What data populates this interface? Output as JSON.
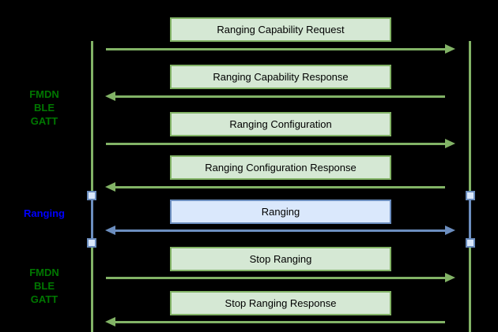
{
  "diagram": {
    "type": "sequence-diagram",
    "background": "#000000"
  },
  "colors": {
    "green_box_fill": "#d5e8d4",
    "green_stroke": "#82b366",
    "blue_box_fill": "#dae8fc",
    "blue_stroke": "#6c8ebf",
    "phase_label_green": "#007700",
    "phase_label_blue": "#0000ff",
    "message_text": "#000000"
  },
  "phases": [
    {
      "name": "fmdn-ble-gatt-top",
      "style": "green",
      "lines": [
        "FMDN",
        "BLE",
        "GATT"
      ]
    },
    {
      "name": "ranging",
      "style": "blue",
      "lines": [
        "Ranging"
      ]
    },
    {
      "name": "fmdn-ble-gatt-bottom",
      "style": "green",
      "lines": [
        "FMDN",
        "BLE",
        "GATT"
      ]
    }
  ],
  "messages": [
    {
      "label": "Ranging Capability Request",
      "direction": "left-to-right",
      "style": "green"
    },
    {
      "label": "Ranging Capability Response",
      "direction": "right-to-left",
      "style": "green"
    },
    {
      "label": "Ranging Configuration",
      "direction": "left-to-right",
      "style": "green"
    },
    {
      "label": "Ranging Configuration Response",
      "direction": "right-to-left",
      "style": "green"
    },
    {
      "label": "Ranging",
      "direction": "bidirectional",
      "style": "blue"
    },
    {
      "label": "Stop Ranging",
      "direction": "left-to-right",
      "style": "green"
    },
    {
      "label": "Stop Ranging Response",
      "direction": "right-to-left",
      "style": "green"
    }
  ]
}
